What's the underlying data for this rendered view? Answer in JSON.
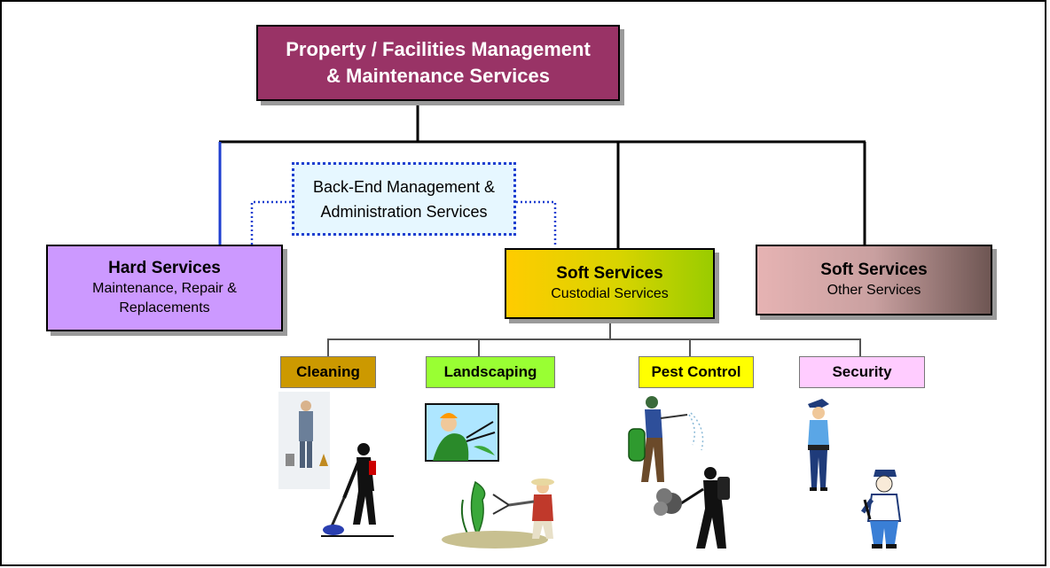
{
  "diagram": {
    "top": {
      "line1": "Property / Facilities Management",
      "line2": "& Maintenance Services"
    },
    "backend": {
      "line1": "Back-End Management &",
      "line2": "Administration Services"
    },
    "hard": {
      "title": "Hard Services",
      "line1": "Maintenance, Repair &",
      "line2": "Replacements"
    },
    "soft_custodial": {
      "title": "Soft Services",
      "sub": "Custodial Services"
    },
    "soft_other": {
      "title": "Soft Services",
      "sub": "Other Services"
    },
    "categories": {
      "cleaning": "Cleaning",
      "landscaping": "Landscaping",
      "pest_control": "Pest Control",
      "security": "Security"
    }
  },
  "colors": {
    "top_box": "#993366",
    "hard_box": "#cc99ff",
    "backend_box": "#e6f7ff",
    "backend_border": "#1f3fd0",
    "cleaning": "#cc9900",
    "landscaping": "#99ff33",
    "pest_control": "#ffff00",
    "security": "#ffccff"
  },
  "icons": [
    "cleaner-photo-icon",
    "vacuum-worker-icon",
    "hedge-trimmer-icon",
    "gardener-icon",
    "sprayer-icon",
    "fogger-icon",
    "police-woman-icon",
    "police-officer-icon"
  ]
}
